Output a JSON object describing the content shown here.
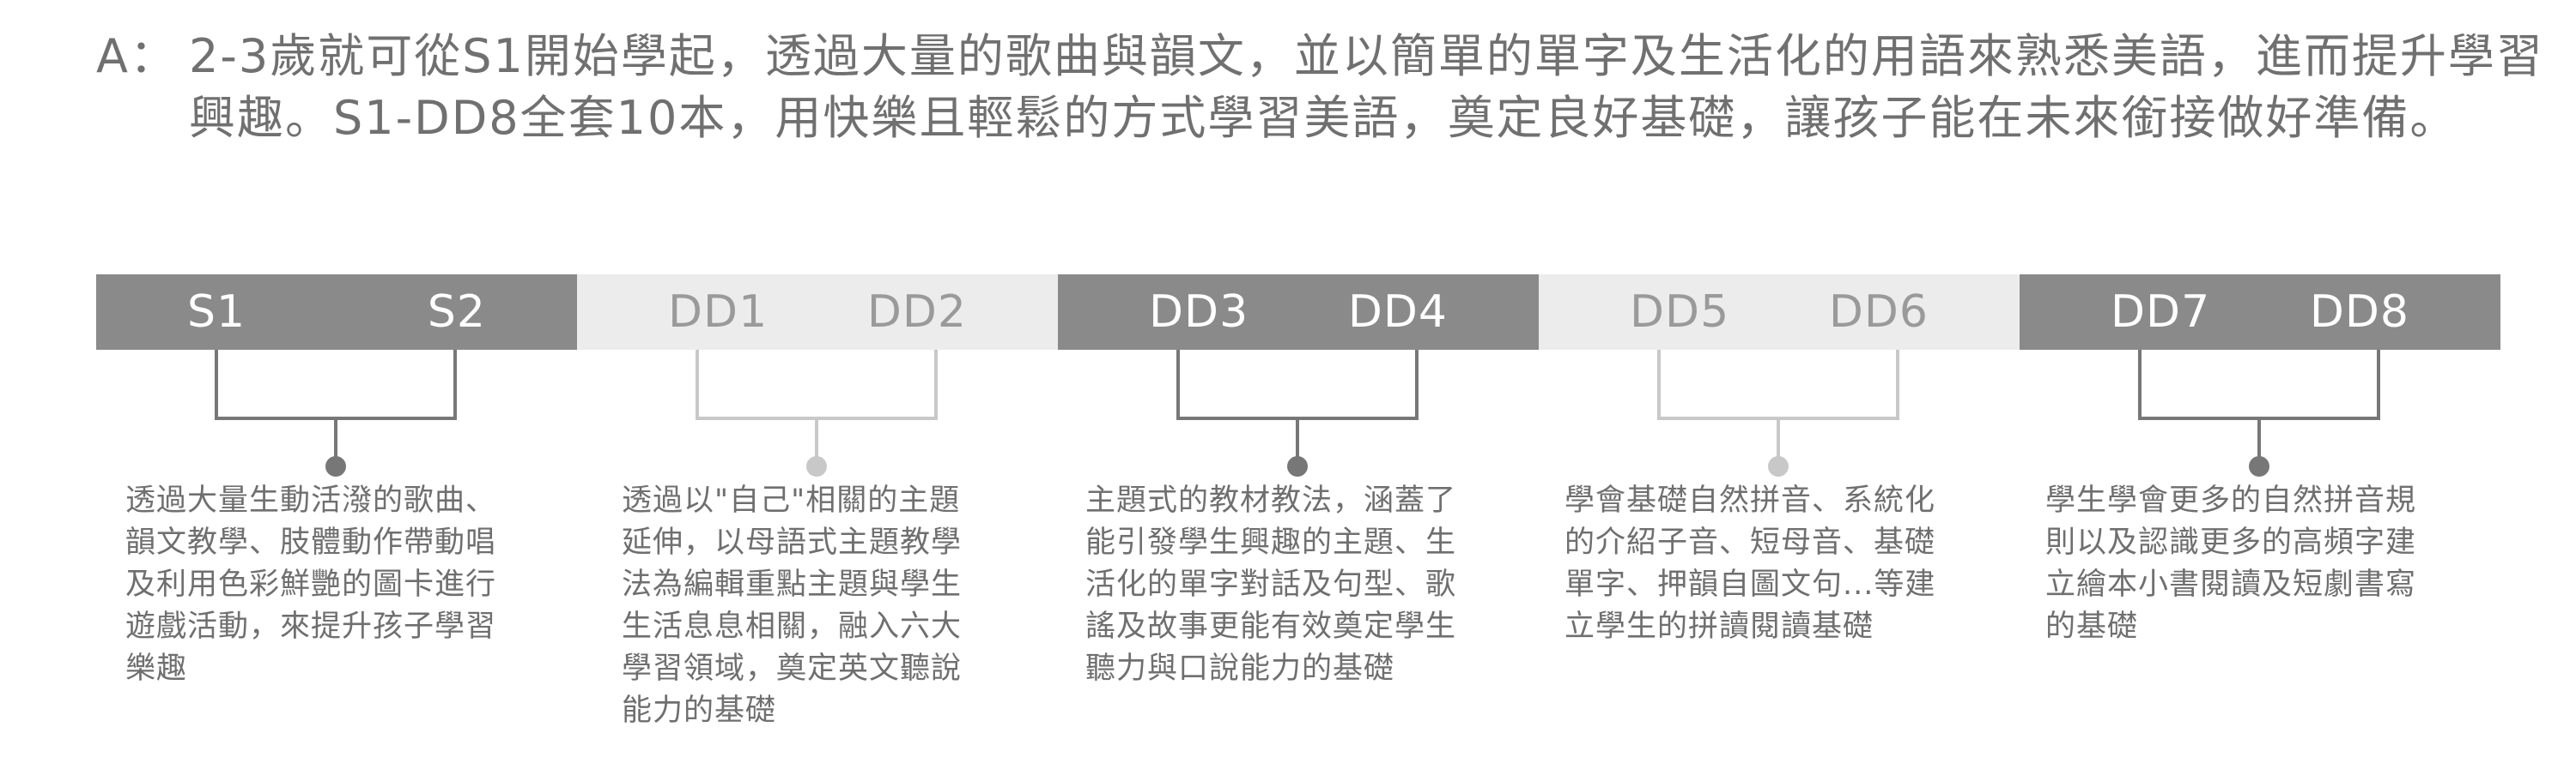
{
  "answer": {
    "prefix": "A：",
    "text": "2-3歲就可從S1開始學起，透過大量的歌曲與韻文，並以簡單的單字及生活化的用語來熟悉美語，進而提升學習興趣。S1-DD8全套10本，用快樂且輕鬆的方式學習美語，奠定良好基礎，讓孩子能在未來銜接做好準備。"
  },
  "levels": [
    {
      "a": "S1",
      "b": "S2",
      "tone": "dark"
    },
    {
      "a": "DD1",
      "b": "DD2",
      "tone": "light"
    },
    {
      "a": "DD3",
      "b": "DD4",
      "tone": "dark"
    },
    {
      "a": "DD5",
      "b": "DD6",
      "tone": "light"
    },
    {
      "a": "DD7",
      "b": "DD8",
      "tone": "dark"
    }
  ],
  "descriptions": [
    "透過大量生動活潑的歌曲、\n韻文教學、肢體動作帶動唱\n及利用色彩鮮艷的圖卡進行\n遊戲活動，來提升孩子學習\n樂趣",
    "透過以\"自己\"相關的主題\n延伸，以母語式主題教學\n法為編輯重點主題與學生\n生活息息相關，融入六大\n學習領域，奠定英文聽說\n能力的基礎",
    "主題式的教材教法，涵蓋了\n能引發學生興趣的主題、生\n活化的單字對話及句型、歌\n謠及故事更能有效奠定學生\n聽力與口說能力的基礎",
    "學會基礎自然拼音、系統化\n的介紹子音、短母音、基礎\n單字、押韻自圖文句...等建\n立學生的拼讀閱讀基礎",
    "學生學會更多的自然拼音規\n則以及認識更多的高頻字建\n立繪本小書閱讀及短劇書寫\n的基礎"
  ],
  "colors": {
    "dark_band": "#8a8a8a",
    "light_band": "#ececec",
    "dark_bracket": "#777777",
    "light_bracket": "#c8c8c8",
    "text": "#6f6f6f"
  }
}
